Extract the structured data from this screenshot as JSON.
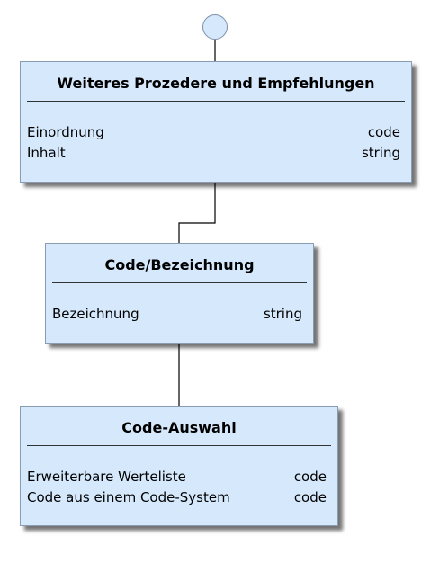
{
  "diagram": {
    "boxes": [
      {
        "title": "Weiteres Prozedere und Empfehlungen",
        "attributes": [
          {
            "name": "Einordnung",
            "type": "code"
          },
          {
            "name": "Inhalt",
            "type": "string"
          }
        ]
      },
      {
        "title": "Code/Bezeichnung",
        "attributes": [
          {
            "name": "Bezeichnung",
            "type": "string"
          }
        ]
      },
      {
        "title": "Code-Auswahl",
        "attributes": [
          {
            "name": "Erweiterbare Werteliste",
            "type": "code"
          },
          {
            "name": "Code aus einem Code-System",
            "type": "code"
          }
        ]
      }
    ],
    "colors": {
      "box_fill": "#d6e9fc",
      "box_border": "#8a9cb4",
      "connector": "#000000"
    }
  }
}
